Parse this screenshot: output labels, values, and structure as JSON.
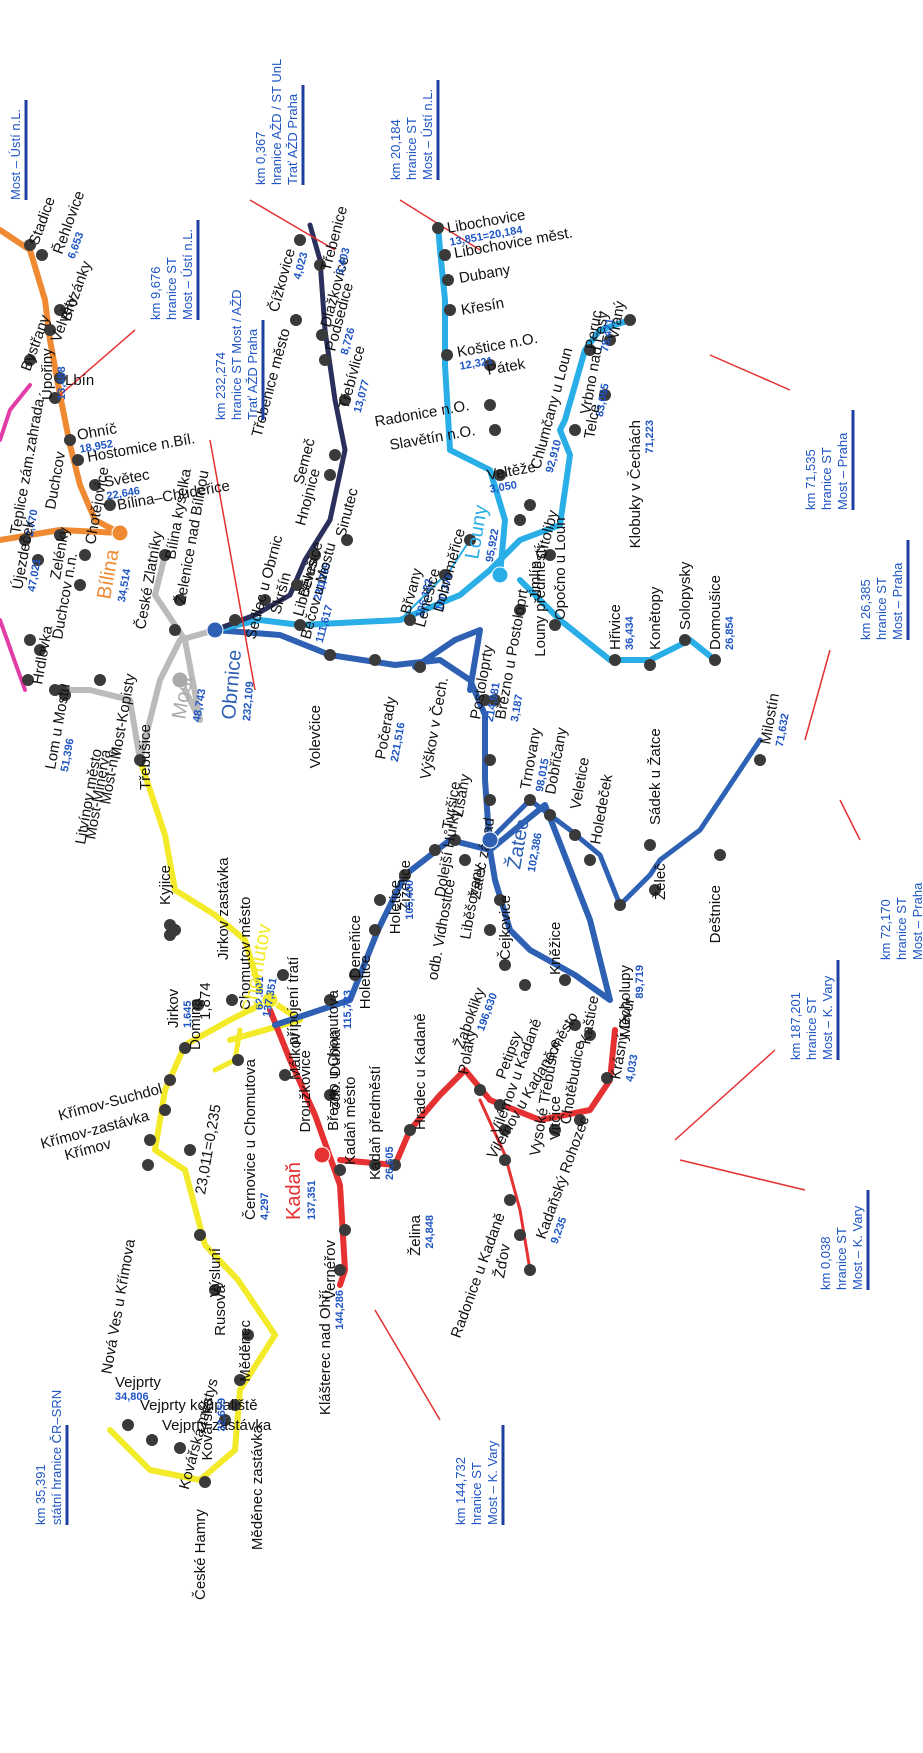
{
  "colors": {
    "yellow": "#f3ea29",
    "red": "#e53131",
    "darkblue": "#2e60b4",
    "lightblue": "#29aee7",
    "orange": "#ef8a33",
    "gray": "#bbbbbb",
    "navy": "#2b2f5c",
    "magenta": "#e23ca7",
    "pointer": "#e53131",
    "station": "#3a3a3a",
    "boxText": "#1f56c4"
  },
  "hubs": {
    "chomutov": {
      "name": "Chomutov",
      "km": "137,351",
      "color": "#f3ea29"
    },
    "kadan": {
      "name": "Kadaň",
      "km": "137,351",
      "color": "#e53131"
    },
    "zatec": {
      "name": "Žatec",
      "km": "102,386",
      "color": "#2e60b4"
    },
    "louny": {
      "name": "Louny",
      "km": "95,922",
      "color": "#29aee7"
    },
    "obrnice": {
      "name": "Obrnice",
      "km": "232,109",
      "color": "#2e60b4"
    },
    "most": {
      "name": "Most",
      "km": "48,743",
      "color": "#aaaaaa"
    },
    "bilina": {
      "name": "Bílina",
      "km": "34,514",
      "color": "#ef8a33"
    }
  },
  "stations": [
    {
      "name": "Vejprty",
      "km": "34,806"
    },
    {
      "name": "Vejprty koupaliště"
    },
    {
      "name": "Vejprty zastávka"
    },
    {
      "name": "České Hamry"
    },
    {
      "name": "Kovářská",
      "km": "32,659"
    },
    {
      "name": "Kovářská městys"
    },
    {
      "name": "Měděnec zastávka"
    },
    {
      "name": "Měděnec"
    },
    {
      "name": "Rusová"
    },
    {
      "name": "Výsluní"
    },
    {
      "name": "Nová Ves u Křímova"
    },
    {
      "name": "Křímov"
    },
    {
      "name": "Křímov-zastávka"
    },
    {
      "name": "Křímov-Suchdol"
    },
    {
      "name": "Domina"
    },
    {
      "name": "Černovice u Chomutova",
      "km": "4,297"
    },
    {
      "name": "Jirkov",
      "km": "1,645"
    },
    {
      "name": "1,874"
    },
    {
      "name": "Jirkov zastávka"
    },
    {
      "name": "Kyjice"
    },
    {
      "name": "Chomutov město",
      "km": "62,801"
    },
    {
      "name": "přípojení tratí"
    },
    {
      "name": "Třebušice"
    },
    {
      "name": "Litvínov město"
    },
    {
      "name": "Most-Minerva"
    },
    {
      "name": "Most-n.n."
    },
    {
      "name": "Most-Kopisty"
    },
    {
      "name": "Lom u Mostu",
      "km": "51,396"
    },
    {
      "name": "Hrdlovka"
    },
    {
      "name": "Duchcov n.n."
    },
    {
      "name": "Zelénky"
    },
    {
      "name": "Chotějovice"
    },
    {
      "name": "Duchcov"
    },
    {
      "name": "Teplice zám.zahrada",
      "km": "2,770"
    },
    {
      "name": "Újezdeček",
      "km": "47,021"
    },
    {
      "name": "Bílina kyselka"
    },
    {
      "name": "Želenice nad Bílinou"
    },
    {
      "name": "České Zlatníky"
    },
    {
      "name": "Bílina–Chudeřice"
    },
    {
      "name": "Světec",
      "km": "22,646"
    },
    {
      "name": "Hostomice n.Bíl."
    },
    {
      "name": "Ohníč",
      "km": "18,952"
    },
    {
      "name": "Úpořiny",
      "km": "13,488"
    },
    {
      "name": "Lbín"
    },
    {
      "name": "Bystřany"
    },
    {
      "name": "Velvěty"
    },
    {
      "name": "Brozánky"
    },
    {
      "name": "Řehlovice",
      "km": "6,653"
    },
    {
      "name": "Stadice"
    },
    {
      "name": "Sedlec u Obrnic"
    },
    {
      "name": "Skršín"
    },
    {
      "name": "Bělušice",
      "km": "23,179"
    },
    {
      "name": "Libčeves",
      "km": "21,269"
    },
    {
      "name": "Sinutec"
    },
    {
      "name": "Hnojnice"
    },
    {
      "name": "Semeč"
    },
    {
      "name": "Třebívlice",
      "km": "13,077"
    },
    {
      "name": "Podsedice",
      "km": "8,726"
    },
    {
      "name": "Dlažkovice"
    },
    {
      "name": "Třebenice",
      "km": "3,403"
    },
    {
      "name": "Čížkovice",
      "km": "4,023"
    },
    {
      "name": "Třebenice město"
    },
    {
      "name": "Bečov u Mostu",
      "km": "111,617"
    },
    {
      "name": "Břvany",
      "km": "106,182"
    },
    {
      "name": "Lenešice",
      "km": "100,378"
    },
    {
      "name": "Dobroměřice"
    },
    {
      "name": "Volevčice"
    },
    {
      "name": "Počerady",
      "km": "221,516"
    },
    {
      "name": "Výškov v Čech."
    },
    {
      "name": "Postoloprty",
      "km": "214,981"
    },
    {
      "name": "Březno u Postoloprt",
      "km": "3,187"
    },
    {
      "name": "Libochovice",
      "km": "13,851=20,184"
    },
    {
      "name": "Libochovice měst."
    },
    {
      "name": "Dubany"
    },
    {
      "name": "Křesín"
    },
    {
      "name": "Koštice n.O.",
      "km": "12,321"
    },
    {
      "name": "Pátek"
    },
    {
      "name": "Radonice n.O."
    },
    {
      "name": "Slavětín n.O."
    },
    {
      "name": "Veltěže",
      "km": "3,050"
    },
    {
      "name": "Chlumčany u Loun",
      "km": "92,910"
    },
    {
      "name": "Cítoliby"
    },
    {
      "name": "Louny předměstí"
    },
    {
      "name": "Jimlín"
    },
    {
      "name": "Opočno u Loun"
    },
    {
      "name": "Hřivice",
      "km": "36,434"
    },
    {
      "name": "Konětopy"
    },
    {
      "name": "Solopysky"
    },
    {
      "name": "Domoušice",
      "km": "26,854"
    },
    {
      "name": "Vrbno nad Lesy",
      "km": "83,065"
    },
    {
      "name": "Peruc",
      "km": "78,471"
    },
    {
      "name": "Vraný"
    },
    {
      "name": "Telce"
    },
    {
      "name": "Klobuky v Čechách",
      "km": "71,223"
    },
    {
      "name": "Lišany"
    },
    {
      "name": "Dolejší Hůrky"
    },
    {
      "name": "Trnovany",
      "km": "98,015"
    },
    {
      "name": "Dobřičany"
    },
    {
      "name": "Veletice"
    },
    {
      "name": "Holedeček"
    },
    {
      "name": "Sádek u Žatce"
    },
    {
      "name": "Milostín",
      "km": "71,632"
    },
    {
      "name": "Deštnice"
    },
    {
      "name": "Želeč"
    },
    {
      "name": "Měcholupy",
      "km": "89,719"
    },
    {
      "name": "Tvršice"
    },
    {
      "name": "odb. Vidhostice"
    },
    {
      "name": "Žiželice"
    },
    {
      "name": "Holetice",
      "km": "105,400"
    },
    {
      "name": "Deneňice"
    },
    {
      "name": "Holetice"
    },
    {
      "name": "Březno u Chomutova",
      "km": "115,783"
    },
    {
      "name": "Droužkovice"
    },
    {
      "name": "Žatec západ"
    },
    {
      "name": "Liběšovany"
    },
    {
      "name": "Žabokliky",
      "km": "196,630"
    },
    {
      "name": "Čejkovice"
    },
    {
      "name": "Kněžice"
    },
    {
      "name": "Vysoké Třebušice"
    },
    {
      "name": "Kaštice"
    },
    {
      "name": "Krásný Dvůr",
      "km": "4,033"
    },
    {
      "name": "Chotěbudice"
    },
    {
      "name": "Vitčice"
    },
    {
      "name": "Petipsy"
    },
    {
      "name": "Poláky"
    },
    {
      "name": "Hradec u Kadaně"
    },
    {
      "name": "Kadaň předměstí",
      "km": "26,605"
    },
    {
      "name": "Kadaň město"
    },
    {
      "name": "Málkov"
    },
    {
      "name": "odb. Dubina"
    },
    {
      "name": "Želina",
      "km": "24,848"
    },
    {
      "name": "Vilémov u Kadaně"
    },
    {
      "name": "Vilémov u Kadaně město"
    },
    {
      "name": "Radonice u Kadaně"
    },
    {
      "name": "Žďov"
    },
    {
      "name": "Kadaňský Rohozec",
      "km": "9,235"
    },
    {
      "name": "Vernéřov"
    },
    {
      "name": "Klášterec nad Ohří",
      "km": "144,286"
    },
    {
      "name": "23,011=0,235"
    }
  ],
  "boundaries": [
    {
      "lines": [
        "km 35,391",
        "státní hranice ČR–SRN"
      ]
    },
    {
      "lines": [
        "km 144,732",
        "hranice ST",
        "Most – K. Vary"
      ]
    },
    {
      "lines": [
        "km 0,038",
        "hranice ST",
        "Most – K. Vary"
      ]
    },
    {
      "lines": [
        "km 187,201",
        "hranice ST",
        "Most – K. Vary"
      ]
    },
    {
      "lines": [
        "km 72,170",
        "hranice ST",
        "Most – Praha"
      ]
    },
    {
      "lines": [
        "km 26,385",
        "hranice ST",
        "Most – Praha"
      ]
    },
    {
      "lines": [
        "km 71,535",
        "hranice ST",
        "Most – Praha"
      ]
    },
    {
      "lines": [
        "km 232,274",
        "hranice ST Most / AŽD",
        "Trať AŽD Praha"
      ]
    },
    {
      "lines": [
        "km 0,367",
        "hranice AŽD / ST UnL",
        "Trať AŽD Praha"
      ]
    },
    {
      "lines": [
        "km 20,184",
        "hranice ST",
        "Most – Ústí n.L."
      ]
    },
    {
      "lines": [
        "km 9,676",
        "hranice ST",
        "Most – Ústí n.L."
      ]
    },
    {
      "lines": [
        "Most – Ústí n.L."
      ]
    }
  ]
}
